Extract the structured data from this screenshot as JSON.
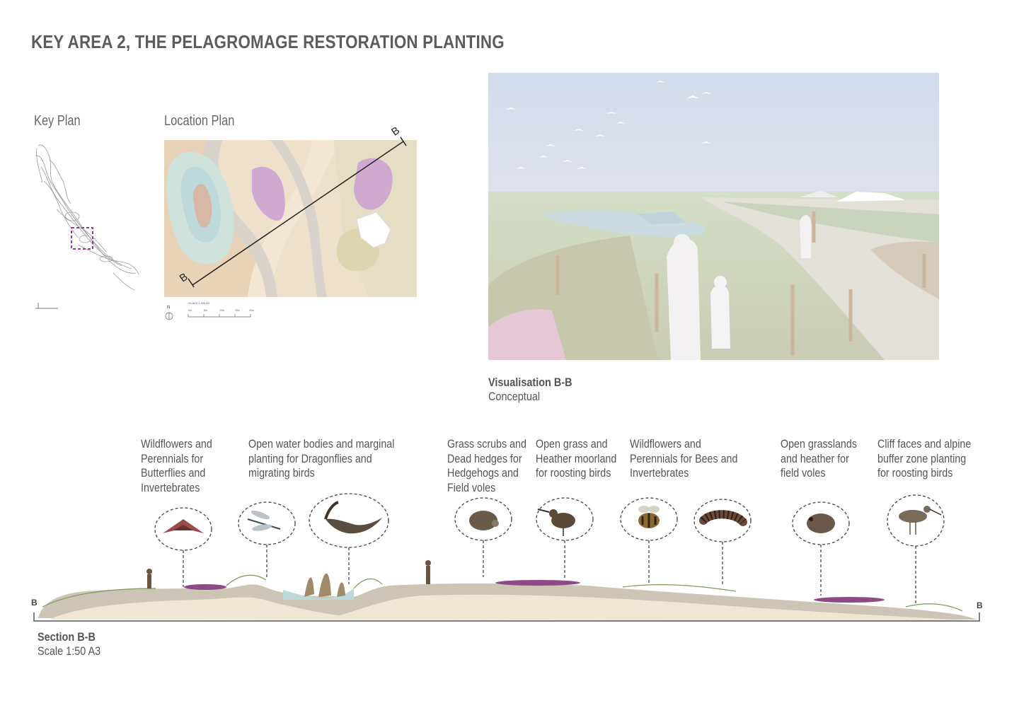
{
  "title": "KEY AREA 2, THE PELAGROMAGE RESTORATION PLANTING",
  "key_plan": {
    "label": "Key Plan"
  },
  "location_plan": {
    "label": "Location Plan",
    "marker_start": "B",
    "marker_end": "B",
    "north": "N",
    "scale_text": "SCALE 1:200 A3",
    "scale_ticks": [
      "0m",
      "5m",
      "10m",
      "15m",
      "20m"
    ]
  },
  "visualisation": {
    "title": "Visualisation B-B",
    "subtitle": "Conceptual"
  },
  "section": {
    "title": "Section B-B",
    "scale": "Scale 1:50 A3",
    "marker_left": "B",
    "marker_right": "B",
    "labels": [
      "Wildflowers and\nPerennials for\nButterflies and\nInvertebrates",
      "Open water bodies and marginal\nplanting for Dragonflies and\nmigrating birds",
      "Grass scrubs and\nDead hedges for\nHedgehogs and\nField voles",
      "Open grass and\nHeather moorland\nfor roosting birds",
      "Wildflowers and\nPerennials for Bees and\nInvertebrates",
      "Open grasslands\nand heather for\nfield voles",
      "Cliff faces and alpine\nbuffer zone planting\nfor roosting birds"
    ],
    "species_icons": [
      "moth-icon",
      "dragonfly-icon",
      "goose-icon",
      "hedgehog-icon",
      "sandpiper-icon",
      "bee-icon",
      "caterpillar-icon",
      "vole-icon",
      "wader-icon"
    ]
  },
  "colors": {
    "text": "#555555",
    "accent_magenta": "#9b3a8f",
    "water": "#bcd8d8",
    "heather": "#c9a6c9",
    "soil": "#efe3cf"
  }
}
